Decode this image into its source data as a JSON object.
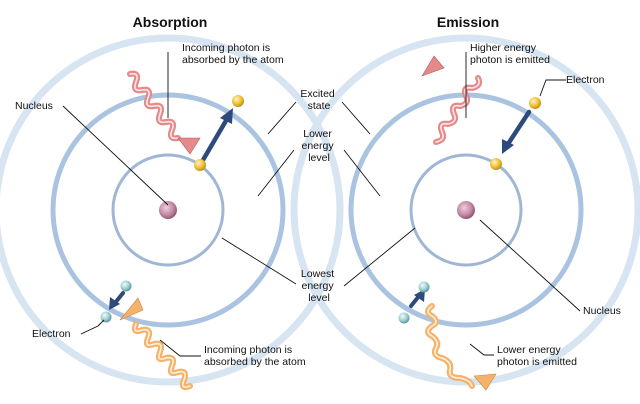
{
  "titles": {
    "left": "Absorption",
    "right": "Emission"
  },
  "left": {
    "incoming_top": [
      "Incoming photon is",
      "absorbed by the atom"
    ],
    "nucleus": "Nucleus",
    "electron": "Electron",
    "incoming_bottom": [
      "Incoming photon is",
      "absorbed by the atom"
    ]
  },
  "middle": {
    "excited": [
      "Excited",
      "state"
    ],
    "lower": [
      "Lower",
      "energy",
      "level"
    ],
    "lowest": [
      "Lowest",
      "energy",
      "level"
    ]
  },
  "right": {
    "higher_photon": [
      "Higher energy",
      "photon is emitted"
    ],
    "electron": "Electron",
    "nucleus": "Nucleus",
    "lower_photon": [
      "Lower energy",
      "photon is emitted"
    ]
  },
  "colors": {
    "orbit_inner": "#9fb7d4",
    "orbit_middle": "#a9c3e0",
    "orbit_outer": "#d7e4f1",
    "nucleus": "#c58aa6",
    "electron_gold": "#f2c236",
    "electron_teal": "#9fd0d0",
    "arrow": "#2e4a7a",
    "photon_high": "#e58a8a",
    "photon_low": "#f5b26a"
  },
  "icons": {
    "electron": "electron-dot-icon",
    "nucleus": "nucleus-sphere-icon",
    "photon": "wavy-photon-arrow-icon",
    "transition": "transition-arrow-icon"
  }
}
